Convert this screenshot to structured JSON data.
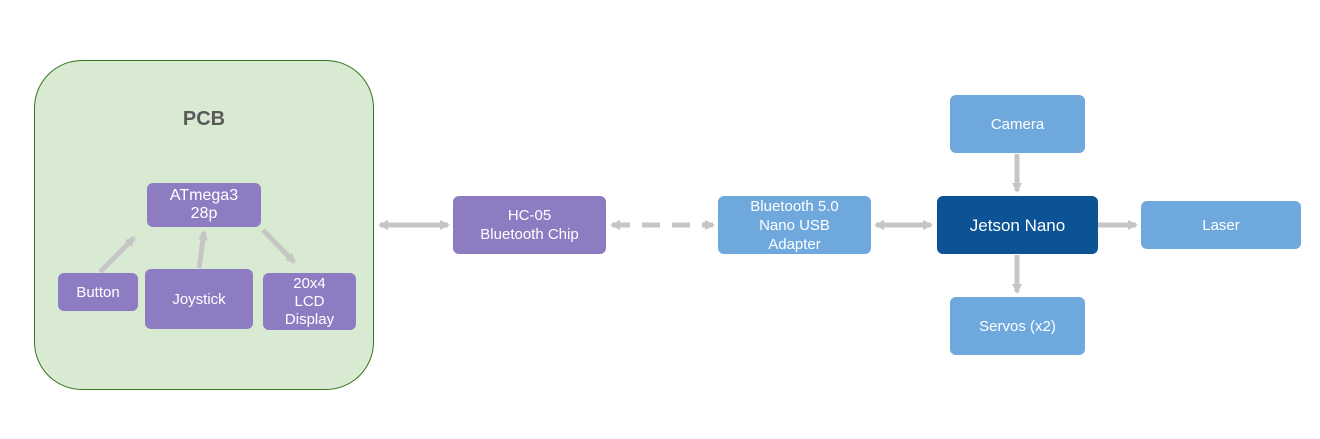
{
  "colors": {
    "pcb_fill": "#d9ead3",
    "pcb_border": "#38761d",
    "purple_node": "#8e7cc3",
    "blue_node": "#6fa8dc",
    "dark_node": "#0b5394",
    "arrow": "#c6c6c6",
    "text": "#ffffff",
    "title_text": "#595959"
  },
  "pcb": {
    "title": "PCB"
  },
  "nodes": {
    "atmega": "ATmega3\n28p",
    "button": "Button",
    "joystick": "Joystick",
    "lcd": "20x4\nLCD\nDisplay",
    "hc05": "HC-05\nBluetooth Chip",
    "bt_adapter": "Bluetooth 5.0\nNano USB\nAdapter",
    "jetson": "Jetson Nano",
    "camera": "Camera",
    "laser": "Laser",
    "servos": "Servos (x2)"
  },
  "connections": [
    {
      "from": "button",
      "to": "atmega",
      "style": "solid",
      "direction": "one-way"
    },
    {
      "from": "joystick",
      "to": "atmega",
      "style": "solid",
      "direction": "one-way"
    },
    {
      "from": "atmega",
      "to": "lcd",
      "style": "solid",
      "direction": "one-way"
    },
    {
      "from": "pcb",
      "to": "hc05",
      "style": "solid",
      "direction": "two-way"
    },
    {
      "from": "hc05",
      "to": "bt_adapter",
      "style": "dashed",
      "direction": "two-way"
    },
    {
      "from": "bt_adapter",
      "to": "jetson",
      "style": "solid",
      "direction": "two-way"
    },
    {
      "from": "camera",
      "to": "jetson",
      "style": "solid",
      "direction": "one-way"
    },
    {
      "from": "jetson",
      "to": "laser",
      "style": "solid",
      "direction": "one-way"
    },
    {
      "from": "jetson",
      "to": "servos",
      "style": "solid",
      "direction": "one-way"
    }
  ]
}
